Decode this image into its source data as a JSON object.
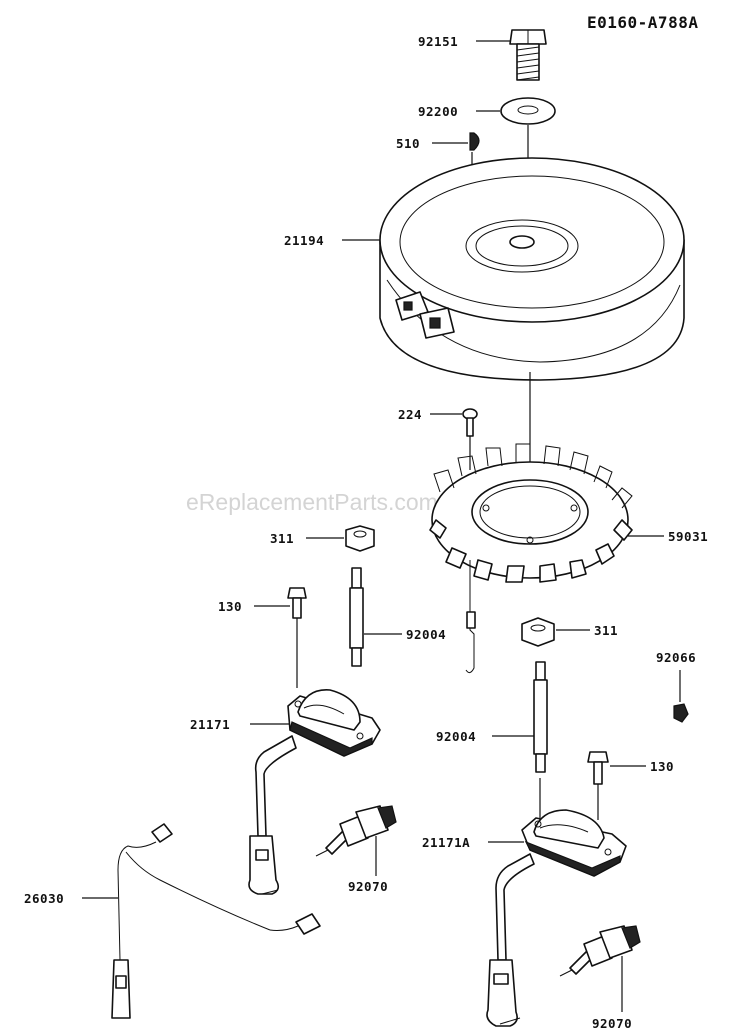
{
  "diagram_code": "E0160-A788A",
  "watermark": "eReplacementParts.com",
  "colors": {
    "ink": "#111111",
    "background": "#ffffff",
    "watermark": "#d4d4d4"
  },
  "parts": {
    "bolt_top": "92151",
    "washer": "92200",
    "key": "510",
    "flywheel": "21194",
    "bolt_stator": "224",
    "stator": "59031",
    "nut_left": "311",
    "bolt_left": "130",
    "stud_left": "92004",
    "nut_right": "311",
    "clip": "92066",
    "coil_left": "21171",
    "stud_right": "92004",
    "bolt_right": "130",
    "coil_right": "21171A",
    "harness": "26030",
    "plug_left": "92070",
    "plug_right": "92070"
  }
}
